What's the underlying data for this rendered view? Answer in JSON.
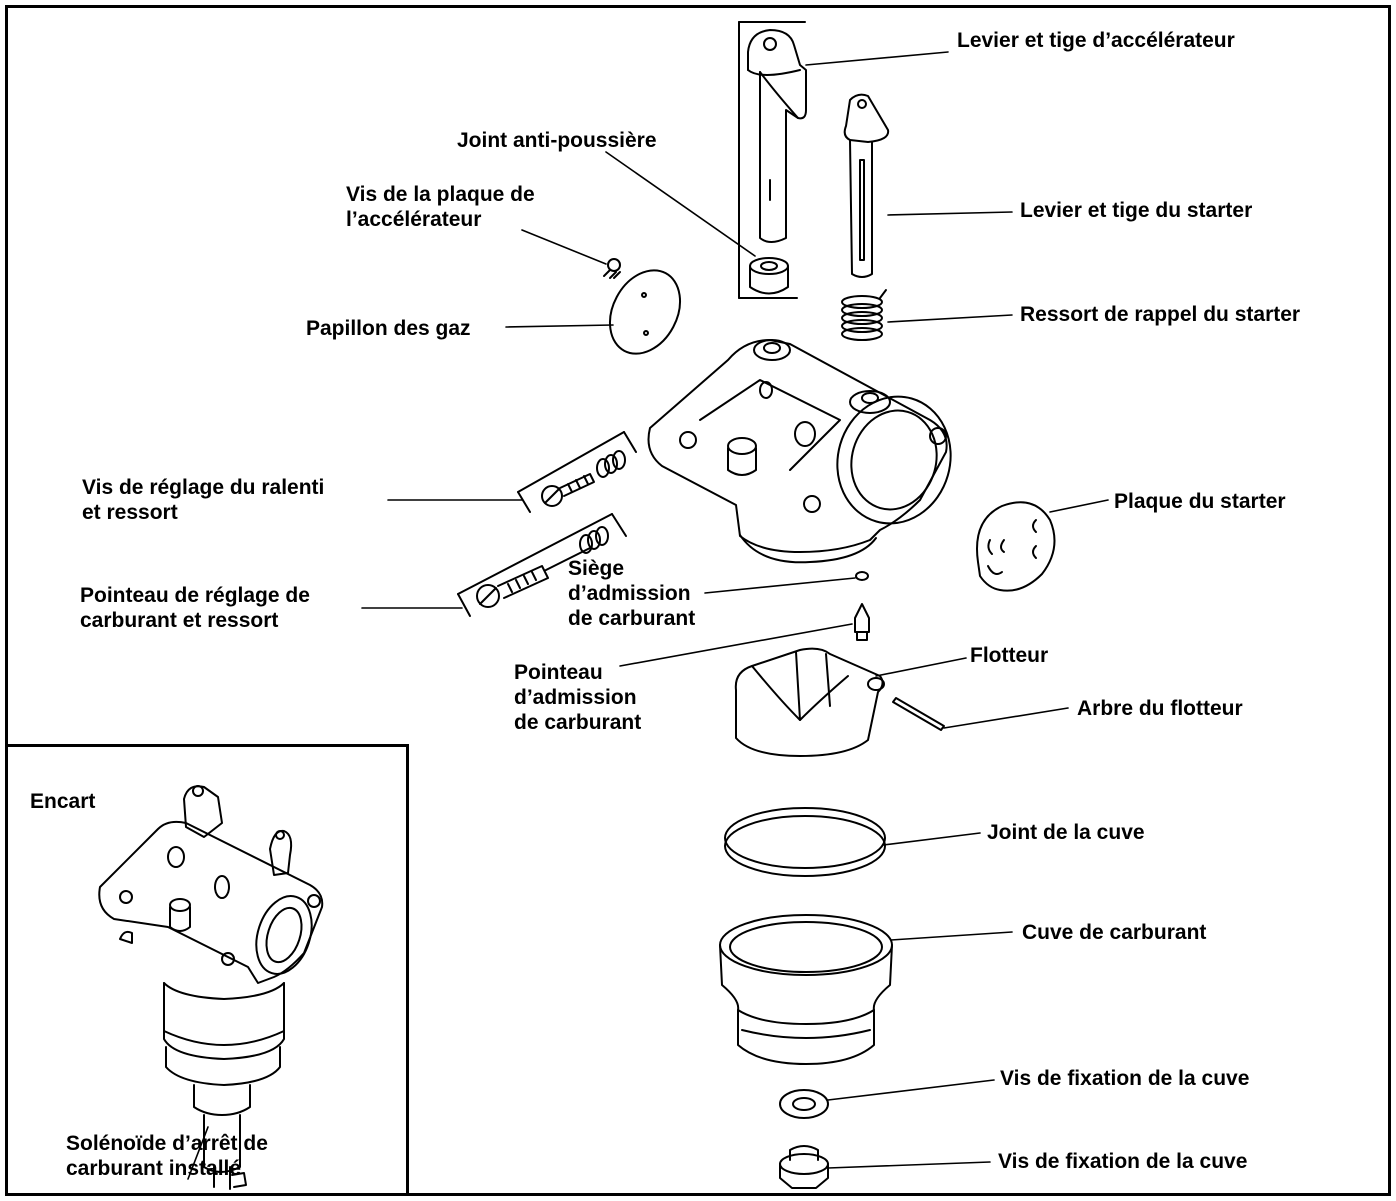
{
  "labels": {
    "throttle_lever": "Levier et tige d’accélérateur",
    "dust_seal": "Joint anti-poussière",
    "throttle_plate_screw": [
      "Vis de la plaque de",
      "l’accélérateur"
    ],
    "choke_lever": "Levier et tige du starter",
    "choke_spring": "Ressort de rappel du starter",
    "throttle_plate": "Papillon des gaz",
    "idle_screw": [
      "Vis de réglage du ralenti",
      "et ressort"
    ],
    "choke_plate": "Plaque du starter",
    "fuel_needle": [
      "Pointeau de réglage de",
      "carburant et ressort"
    ],
    "inlet_seat": [
      "Siège",
      "d’admission",
      "de carburant"
    ],
    "inlet_needle": [
      "Pointeau",
      "d’admission",
      "de carburant"
    ],
    "float": "Flotteur",
    "float_shaft": "Arbre du flotteur",
    "bowl_gasket": "Joint de la cuve",
    "fuel_bowl": "Cuve de carburant",
    "bowl_screw_1": "Vis de fixation de la cuve",
    "bowl_screw_2": "Vis de fixation de la cuve"
  },
  "inset": {
    "title": "Encart",
    "caption": [
      "Solénoïde d’arrêt de",
      "carburant installé"
    ]
  }
}
